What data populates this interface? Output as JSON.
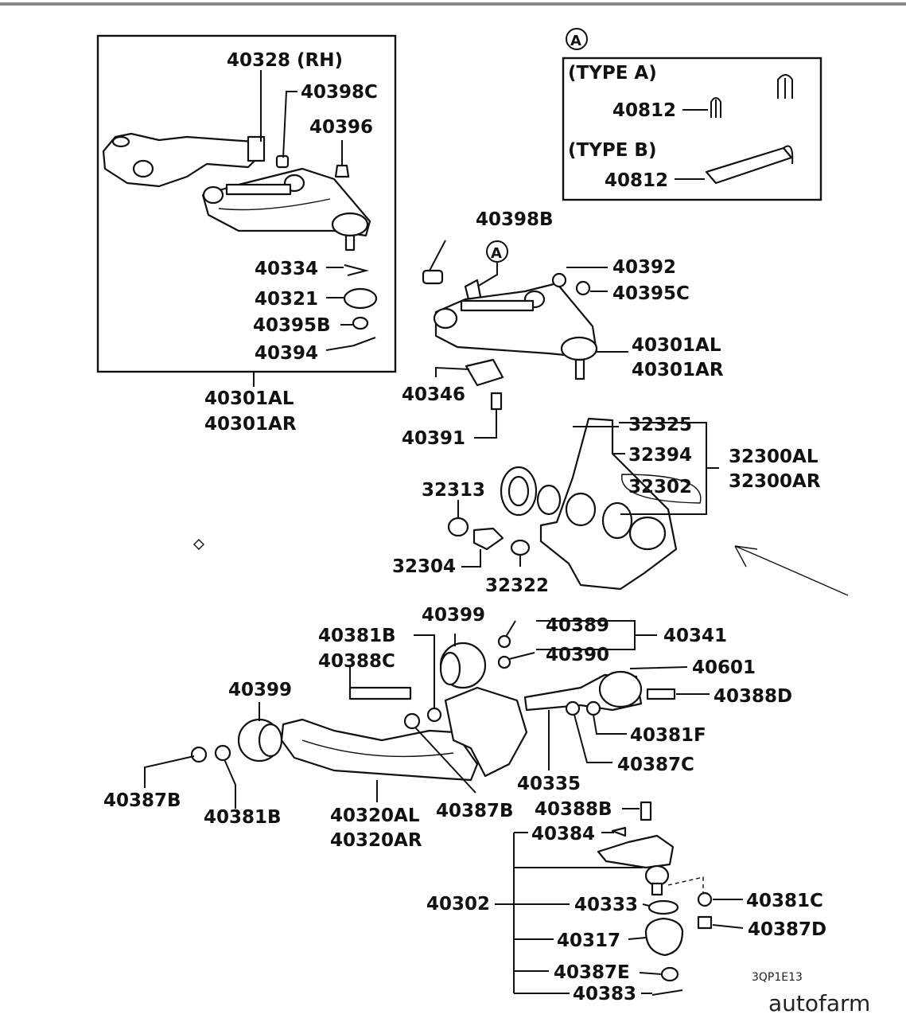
{
  "diagram": {
    "drawing_code": "3QP1E13",
    "watermark": "autofarm",
    "detail_marker": "A",
    "type_box": {
      "marker": "A",
      "type_a": "(TYPE A)",
      "type_b": "(TYPE B)",
      "part_a": "40812",
      "part_b": "40812"
    },
    "labels": {
      "l40328": "40328 (RH)",
      "l40398c": "40398C",
      "l40396": "40396",
      "l40334": "40334",
      "l40321": "40321",
      "l40395b": "40395B",
      "l40394": "40394",
      "l40301al_a": "40301AL",
      "l40301ar_a": "40301AR",
      "l40398b": "40398B",
      "l40392": "40392",
      "l40395c": "40395C",
      "l40301al_b": "40301AL",
      "l40301ar_b": "40301AR",
      "l40346": "40346",
      "l40391": "40391",
      "l32325": "32325",
      "l32394": "32394",
      "l32302": "32302",
      "l32300al": "32300AL",
      "l32300ar": "32300AR",
      "l32313": "32313",
      "l32304": "32304",
      "l32322": "32322",
      "l40399_a": "40399",
      "l40389": "40389",
      "l40390": "40390",
      "l40341": "40341",
      "l40381b_a": "40381B",
      "l40388c": "40388C",
      "l40601": "40601",
      "l40388d": "40388D",
      "l40399_b": "40399",
      "l40381f": "40381F",
      "l40387c": "40387C",
      "l40335": "40335",
      "l40387b_a": "40387B",
      "l40381b_b": "40381B",
      "l40320al": "40320AL",
      "l40320ar": "40320AR",
      "l40387b_b": "40387B",
      "l40388b": "40388B",
      "l40384": "40384",
      "l40302": "40302",
      "l40333": "40333",
      "l40381c": "40381C",
      "l40317": "40317",
      "l40387d": "40387D",
      "l40387e": "40387E",
      "l40383": "40383"
    }
  }
}
